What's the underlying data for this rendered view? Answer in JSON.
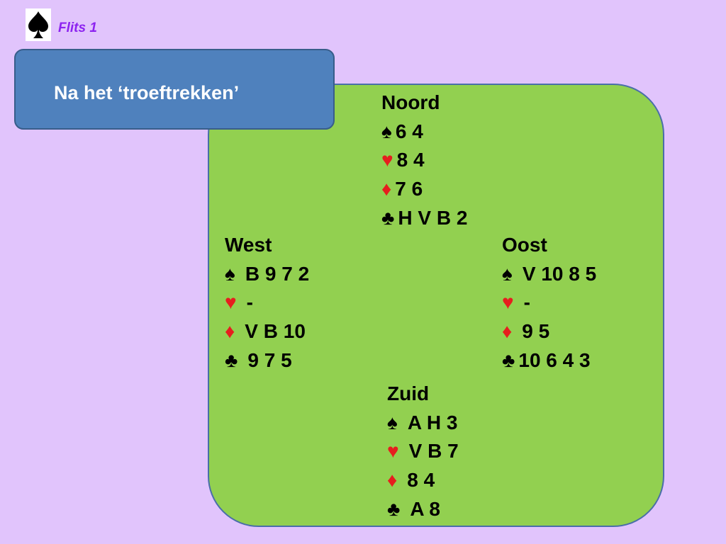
{
  "header": {
    "logo_icon": "spade-logo-icon",
    "logo_text": "Flits 1"
  },
  "title": "Na het ‘troeftrekken’",
  "colors": {
    "background": "#e1c4fc",
    "table": "#92d050",
    "title_box": "#4f81bd",
    "red_suit": "#e61e1e",
    "logo_text": "#8d23f0"
  },
  "suits": {
    "spades": "♠",
    "hearts": "♥",
    "diamonds": "♦",
    "clubs": "♣"
  },
  "hands": {
    "north": {
      "label": "Noord",
      "spades": "6 4",
      "hearts": "8 4",
      "diamonds": "7 6",
      "clubs": "H V B 2"
    },
    "west": {
      "label": "West",
      "spades": "B 9 7 2",
      "hearts": "-",
      "diamonds": "V B 10",
      "clubs": "9 7 5"
    },
    "east": {
      "label": "Oost",
      "spades": "V 10 8 5",
      "hearts": "-",
      "diamonds": "9 5",
      "clubs": "10 6 4 3"
    },
    "south": {
      "label": "Zuid",
      "spades": "A H 3",
      "hearts": "V B 7",
      "diamonds": "8 4",
      "clubs": "A 8"
    }
  }
}
